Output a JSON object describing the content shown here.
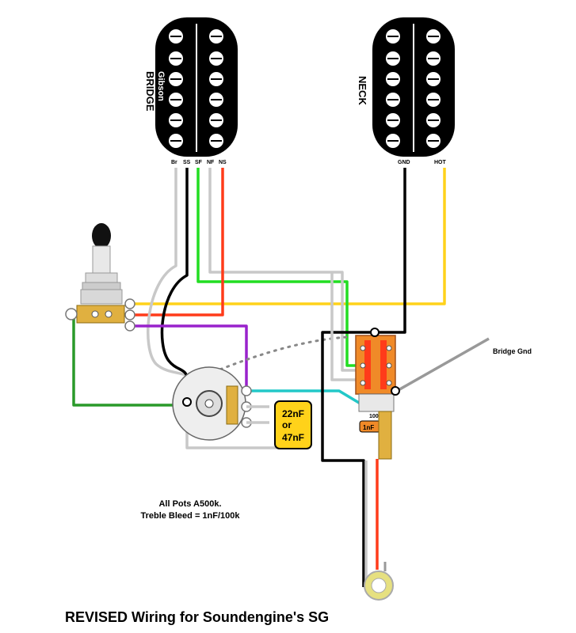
{
  "title": "REVISED Wiring for Soundengine's SG",
  "pickups": {
    "bridge": {
      "label": "BRIDGE",
      "brand": "Gibson",
      "leads": [
        "Br",
        "SS",
        "SF",
        "NF",
        "NS"
      ]
    },
    "neck": {
      "label": "NECK",
      "leads": [
        "GND",
        "HOT"
      ]
    }
  },
  "bridge_gnd_label": "Bridge Gnd",
  "cap": {
    "line1": "22nF",
    "line2": "or",
    "line3": "47nF"
  },
  "treble_bleed": {
    "resistor": "100k",
    "cap": "1nF"
  },
  "notes": {
    "line1": "All Pots A500k.",
    "line2": "Treble Bleed = 1nF/100k"
  },
  "colors": {
    "black": "#000000",
    "gray": "#c8c8c8",
    "green": "#22dd22",
    "red": "#ff3b1a",
    "yellow": "#ffd21a",
    "purple": "#9922cc",
    "teal": "#22c8c8",
    "darkgreen": "#2a9a2a",
    "cap_yellow": "#ffd21a",
    "pot_orange": "#f08a28"
  }
}
